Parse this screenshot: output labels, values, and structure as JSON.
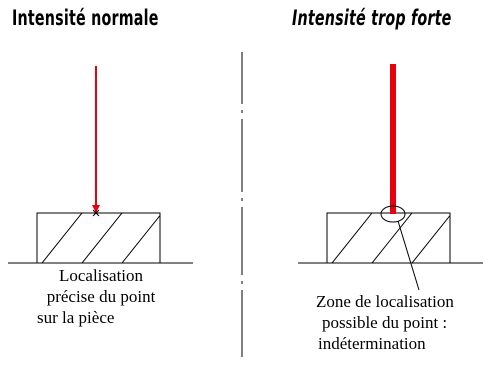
{
  "left_panel": {
    "title": "Intensité normale",
    "caption_lines": [
      "Localisation",
      "précise du point",
      "sur la pièce"
    ]
  },
  "right_panel": {
    "title": "Intensité trop forte",
    "caption_lines": [
      "Zone de localisation",
      "possible du point :",
      "indétermination"
    ]
  },
  "colors": {
    "beam": "#e8000d",
    "ink": "#000000",
    "background": "#ffffff"
  }
}
